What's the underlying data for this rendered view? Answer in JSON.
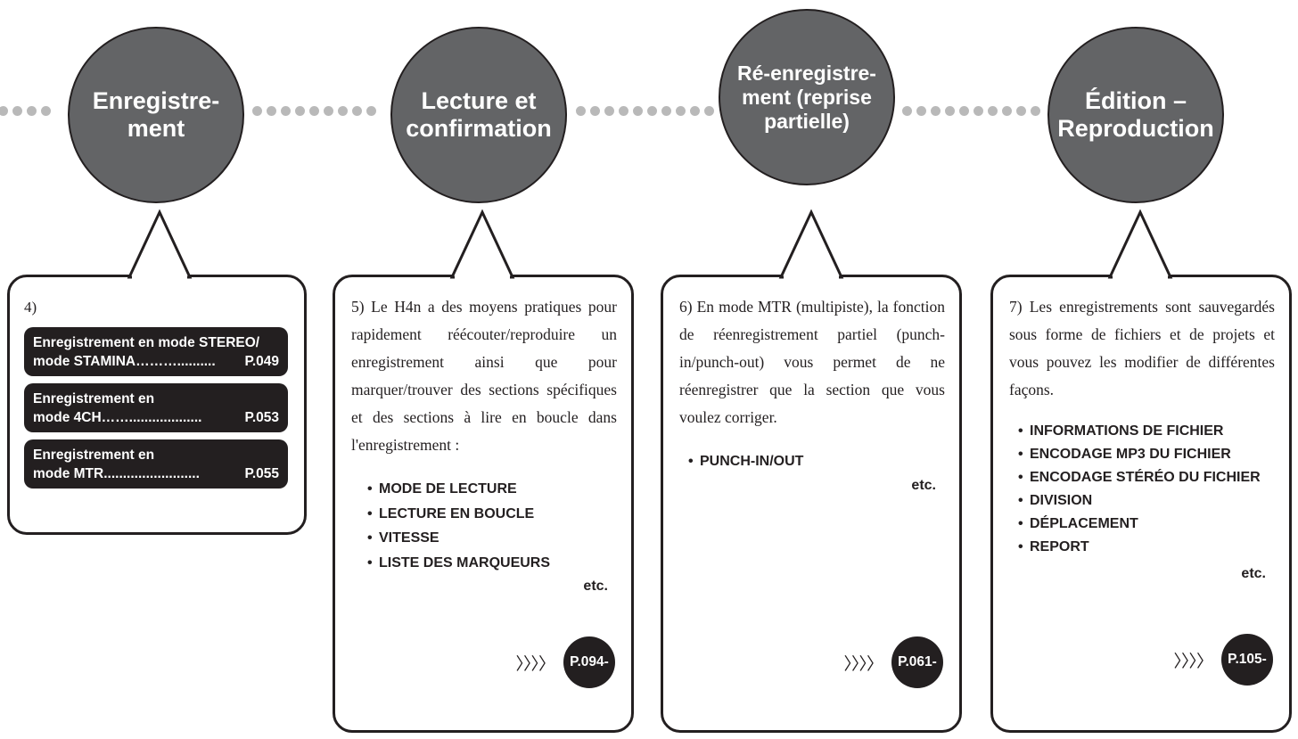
{
  "steps": [
    {
      "title_lines": [
        "Enregistre-",
        "ment"
      ],
      "number": "4)",
      "links": [
        {
          "line1": "Enregistrement en mode STEREO/",
          "line2_label": "mode STAMINA",
          "line2_dots": "………..........",
          "page": "P.049"
        },
        {
          "line1": "Enregistrement en",
          "line2_label": "mode 4CH",
          "line2_dots": "……...................",
          "page": "P.053"
        },
        {
          "line1": "Enregistrement en",
          "line2_label": "mode MTR",
          "line2_dots": ".........................",
          "page": "P.055"
        }
      ]
    },
    {
      "title_lines": [
        "Lecture et",
        "confirmation"
      ],
      "text": "5) Le H4n a des moyens pratiques pour rapidement réécouter/reproduire un enregistrement ainsi que pour marquer/trouver des sections spécifiques et des sections à lire en boucle dans l'enregistrement :",
      "items": [
        "MODE DE LECTURE",
        "LECTURE EN BOUCLE",
        "VITESSE",
        "LISTE DES MARQUEURS"
      ],
      "etc": "etc.",
      "arrows": "〉〉〉〉",
      "page": "P.094-"
    },
    {
      "title_lines": [
        "Ré-enregistre-",
        "ment (reprise",
        "partielle)"
      ],
      "text": "6) En mode MTR (multipiste), la fonction de réenregistrement partiel (punch-in/punch-out) vous permet de ne réenregistrer que la section que vous voulez corriger.",
      "items": [
        "PUNCH-IN/OUT"
      ],
      "etc": "etc.",
      "arrows": "〉〉〉〉",
      "page": "P.061-"
    },
    {
      "title_lines": [
        "Édition –",
        "Reproduction"
      ],
      "text": "7) Les enregistrements sont sauvegardés sous forme de fichiers et de projets et vous pouvez les modifier de différentes façons.",
      "items": [
        "INFORMATIONS DE FICHIER",
        "ENCODAGE MP3 DU FICHIER",
        "ENCODAGE STÉRÉO DU FICHIER",
        "DIVISION",
        "DÉPLACEMENT",
        "REPORT"
      ],
      "etc": "etc.",
      "arrows": "〉〉〉〉",
      "page": "P.105-"
    }
  ],
  "colors": {
    "circle": "#636466",
    "dark": "#231f20",
    "dots": "#b9b9b9"
  }
}
